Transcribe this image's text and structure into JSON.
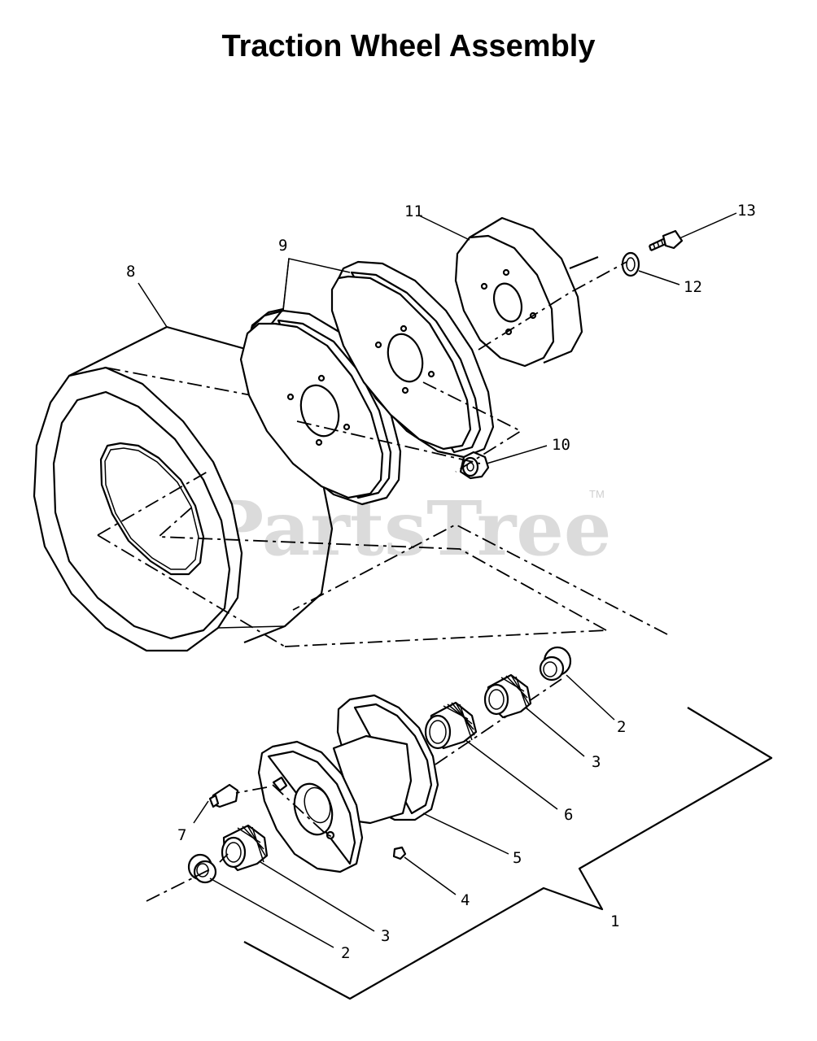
{
  "title": "Traction Wheel Assembly",
  "watermark": {
    "text": "PartsTree",
    "trademark": "TM"
  },
  "callouts": {
    "c1": "1",
    "c2a": "2",
    "c2b": "2",
    "c3a": "3",
    "c3b": "3",
    "c4": "4",
    "c5": "5",
    "c6": "6",
    "c7": "7",
    "c8": "8",
    "c9": "9",
    "c10": "10",
    "c11": "11",
    "c12": "12",
    "c13": "13"
  }
}
